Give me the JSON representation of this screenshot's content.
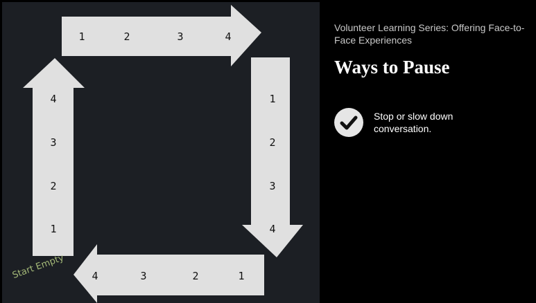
{
  "slide": {
    "series_title": "Volunteer Learning Series: Offering Face-to-Face Experiences",
    "title": "Ways to Pause",
    "bullet": "Stop or slow down conversation.",
    "start_label": "Start Empty"
  },
  "cycle": {
    "top_numbers": [
      "1",
      "2",
      "3",
      "4"
    ],
    "right_numbers": [
      "1",
      "2",
      "3",
      "4"
    ],
    "bottom_numbers": [
      "4",
      "3",
      "2",
      "1"
    ],
    "left_numbers": [
      "4",
      "3",
      "2",
      "1"
    ]
  },
  "colors": {
    "left_panel_bg": "#1c1f24",
    "right_panel_bg": "#000000",
    "arrow_fill": "#e0e0e0",
    "start_label_color": "#a4b978",
    "check_circle": "#e6e6e6"
  },
  "icons": {
    "bullet_icon": "checkmark-circle-icon"
  }
}
